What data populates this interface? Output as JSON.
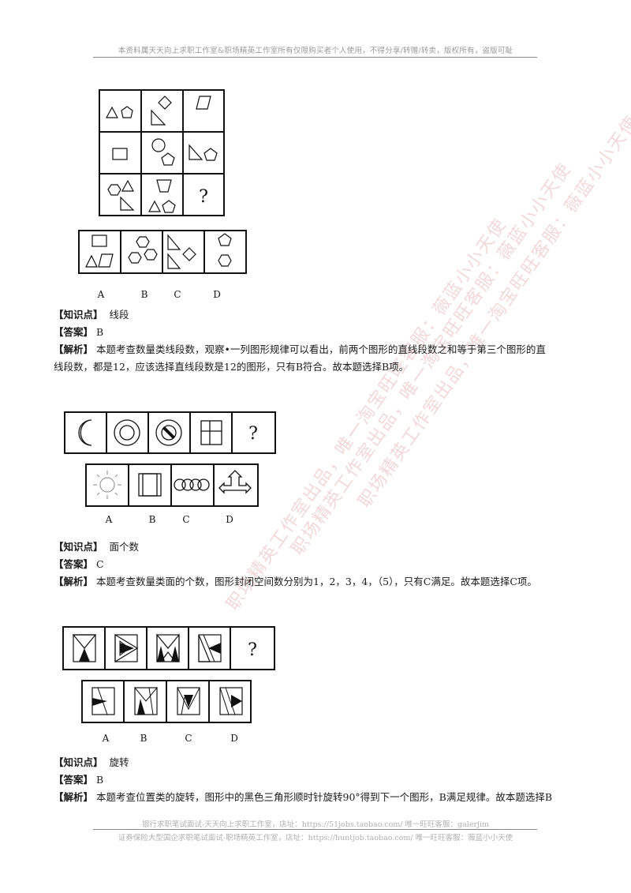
{
  "header": {
    "note": "本资料属天天向上求职工作室&职场精英工作室所有仅限购买者个人使用，不得分享/转赠/转卖，版权所有，盗版可耻"
  },
  "footer": {
    "line1": "银行求职笔试面试-天天向上求职工作室，店址：https://51jobs.taobao.com/ 唯一旺旺客服：galerjim",
    "line2": "证券保险大型国企求职笔试面试-职场精英工作室，店址：https://huntjob.taobao.com/ 唯一旺旺客服：薇蓝小小天使"
  },
  "watermarks": [
    "职场精英工作室出品，唯一淘宝旺旺客服：薇蓝小小天使",
    "职场精英工作室出品，唯一淘宝旺旺客服：薇蓝小小天使",
    "职场精英工作室出品，唯一淘宝旺旺客服：薇蓝小小天使"
  ],
  "questions": [
    {
      "question_mark": "?",
      "options": [
        "A",
        "B",
        "C",
        "D"
      ],
      "knowledge_label": "【知识点】",
      "knowledge": "线段",
      "answer_label": "【答案】",
      "answer": "B",
      "analysis_label": "【解析】",
      "analysis_line1": "本题考查数量类线段数，观察•一列图形规律可以看出，前两个图形的直线段数之和等于第三个图形的直",
      "analysis_line2": "线段数，都是12，应该选择直线段数是12的图形，只有B符合。故本题选择B项。"
    },
    {
      "question_mark": "?",
      "options": [
        "A",
        "B",
        "C",
        "D"
      ],
      "knowledge_label": "【知识点】",
      "knowledge": "面个数",
      "answer_label": "【答案】",
      "answer": "C",
      "analysis_label": "【解析】",
      "analysis_line1": "本题考查数量类面的个数，图形封闭空间数分别为1，2，3，4，（5），只有C满足。故本题选择C项。"
    },
    {
      "question_mark": "?",
      "options": [
        "A",
        "B",
        "C",
        "D"
      ],
      "knowledge_label": "【知识点】",
      "knowledge": "旋转",
      "answer_label": "【答案】",
      "answer": "B",
      "analysis_label": "【解析】",
      "analysis_line1": "本题考查位置类的旋转，图形中的黑色三角形顺时针旋转90°得到下一个图形，B满足规律。故本题选择B"
    }
  ]
}
